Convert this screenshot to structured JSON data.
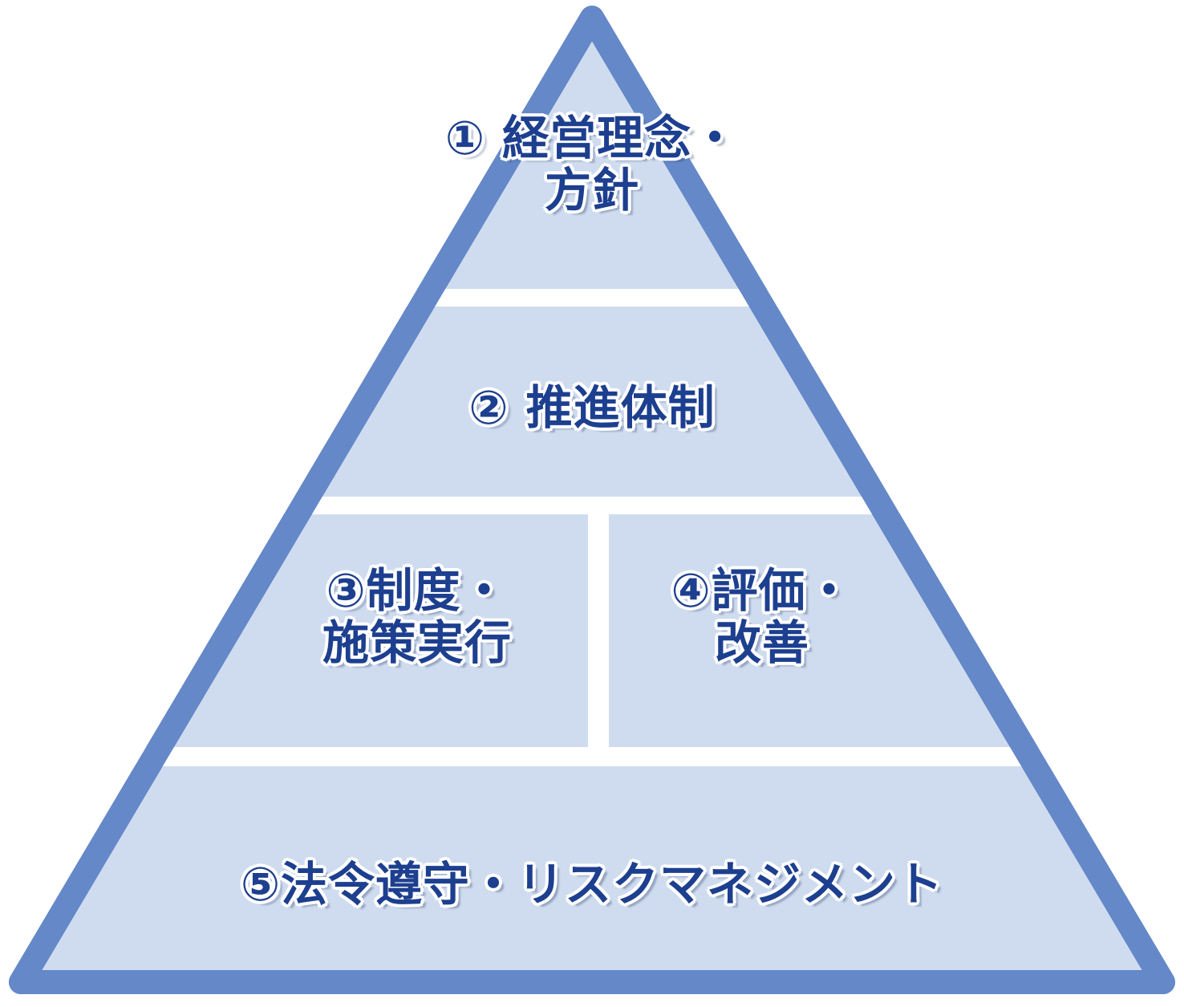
{
  "colors": {
    "outline": "#6488c8",
    "fill": "#cfdcef",
    "divider": "#ffffff",
    "text": "#1d3f8f"
  },
  "tiers": {
    "t1": {
      "line1": "① 経営理念・",
      "line2": "方針"
    },
    "t2": {
      "line1": "② 推進体制"
    },
    "t3": {
      "line1": "③制度・",
      "line2": "施策実行"
    },
    "t4": {
      "line1": "④評価・",
      "line2": "改善"
    },
    "t5": {
      "line1": "⑤法令遵守・リスクマネジメント"
    }
  }
}
